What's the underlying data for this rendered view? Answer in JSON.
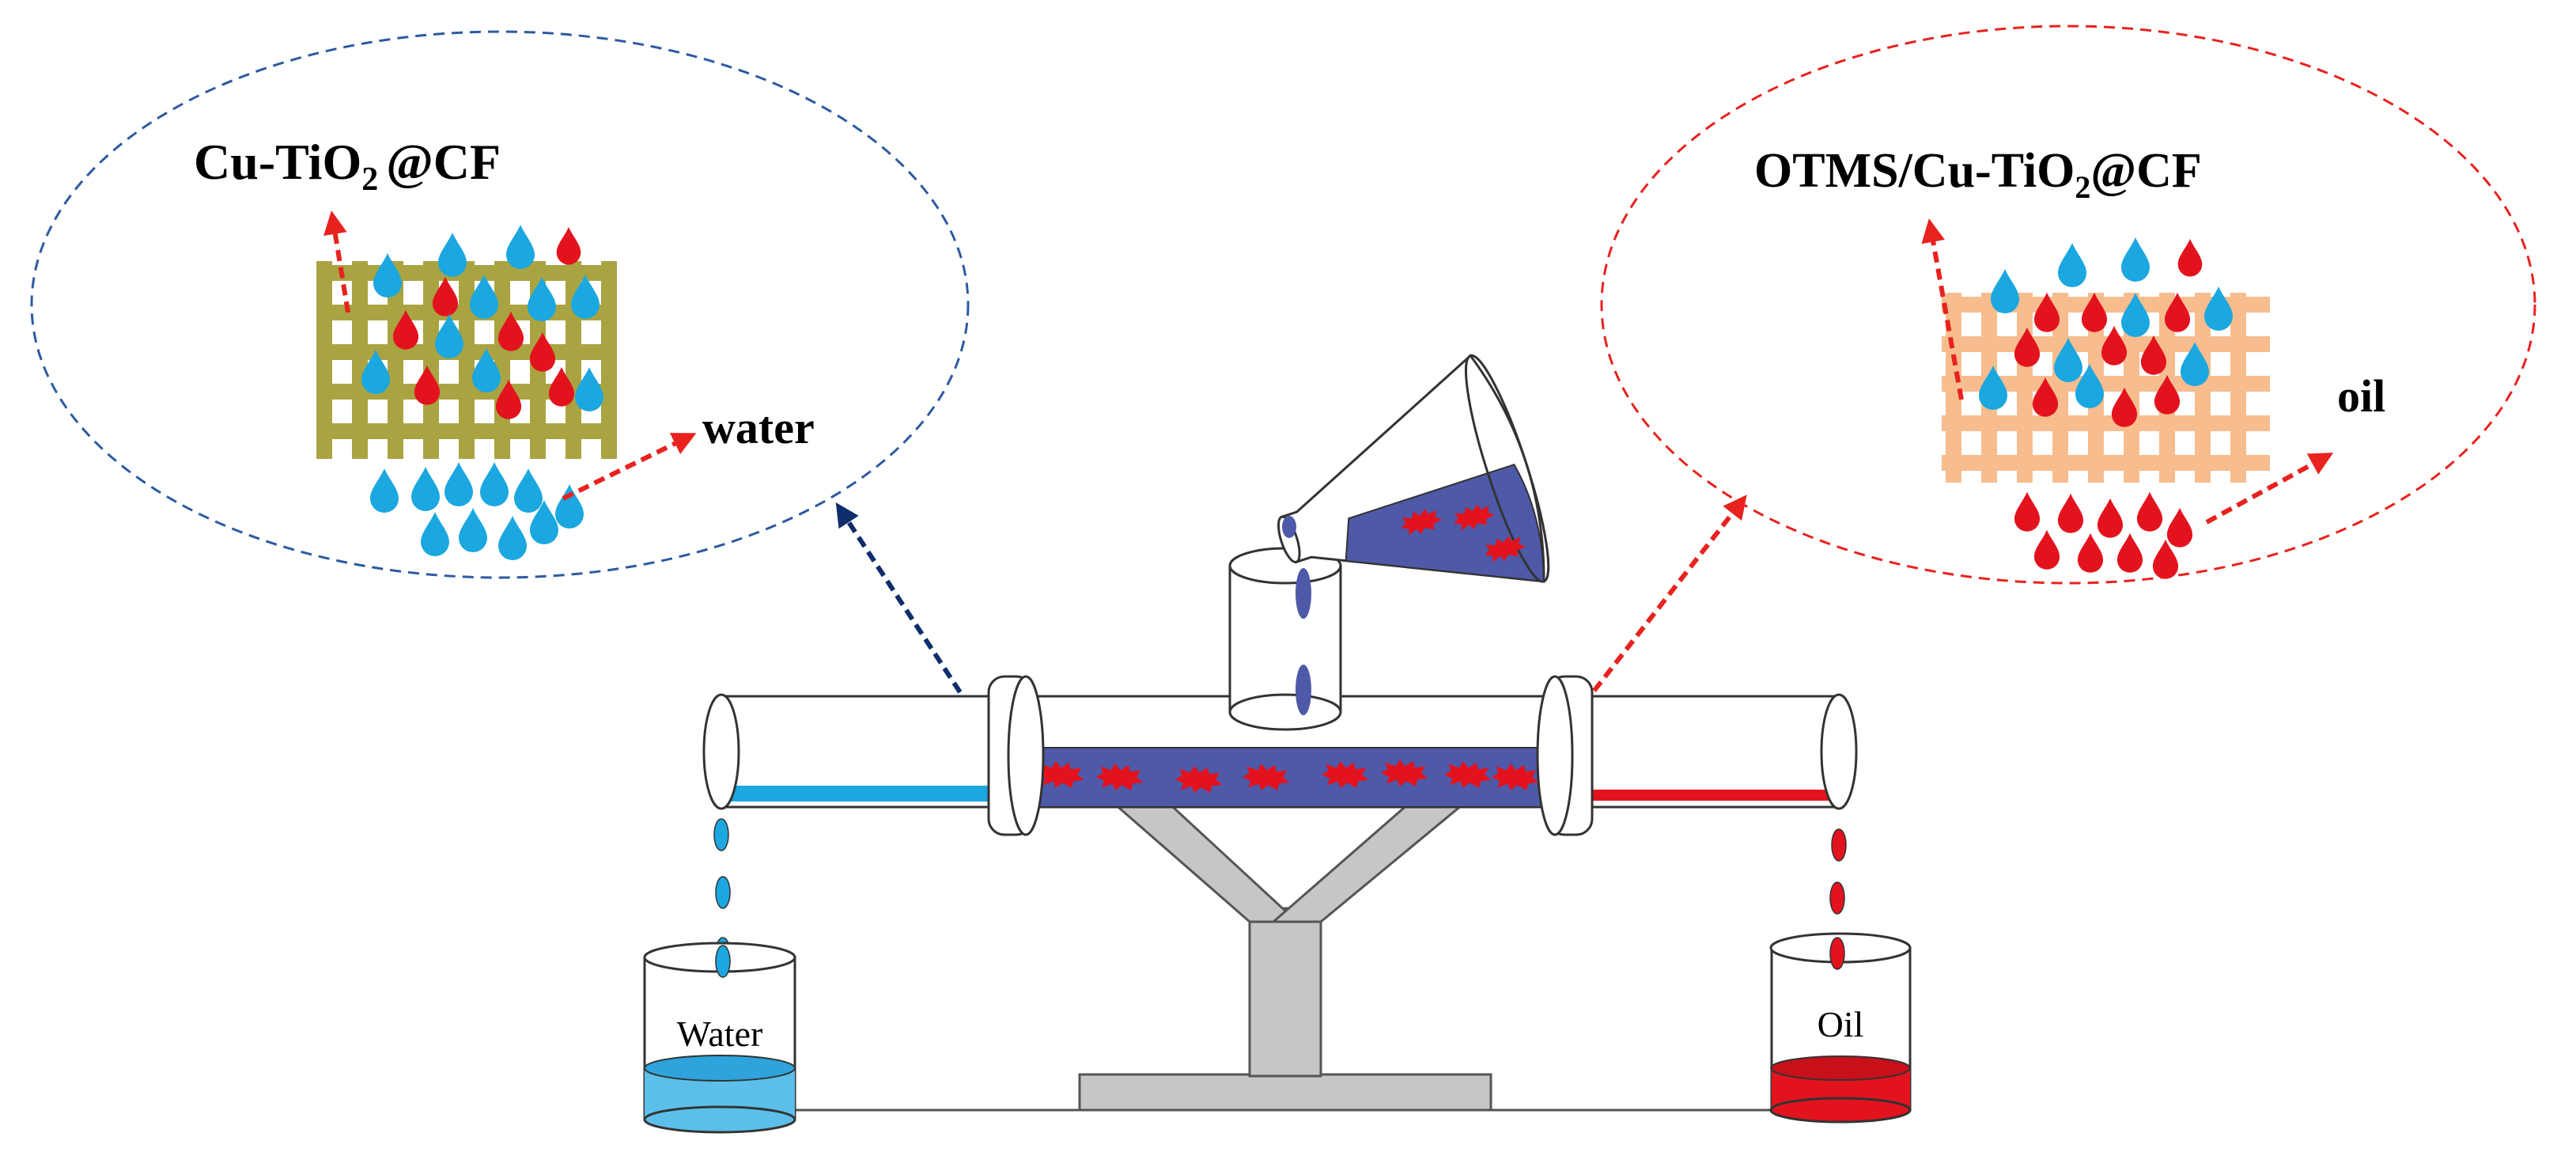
{
  "labels": {
    "left_material": {
      "main": "Cu-TiO",
      "sub": "2",
      "tail": "@CF"
    },
    "right_material": {
      "prefix": "OTMS/Cu-TiO",
      "sub": "2",
      "tail": "@CF"
    },
    "water_flow": "water",
    "oil_flow": "oil",
    "water_beaker": "Water",
    "oil_beaker": "Oil"
  },
  "colors": {
    "water": "#1ba7e0",
    "oil": "#e3131e",
    "mixture": "#4e59a8",
    "left_mesh": "#a9a441",
    "right_mesh": "#f7bd8e",
    "stand": "#c6c6c6",
    "left_callout": "#2d5aa0",
    "right_callout": "#e8221f",
    "left_pointer": "#0e2d6b",
    "right_pointer": "#e8221f"
  },
  "icons": {
    "droplet": "droplet-icon",
    "oil_blob": "oil-blob-icon"
  }
}
